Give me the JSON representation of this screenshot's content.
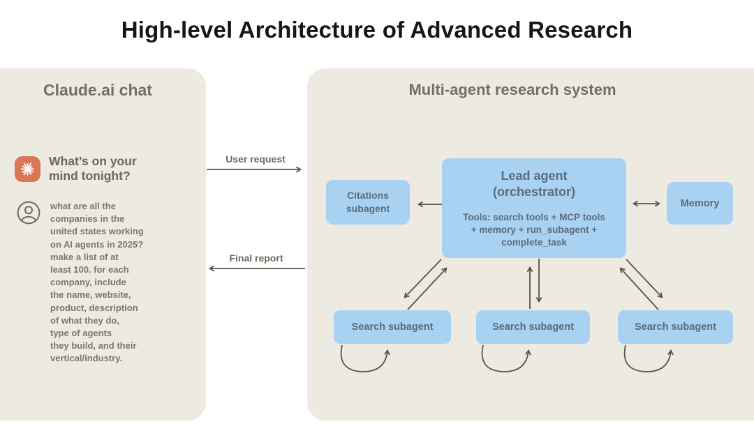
{
  "page": {
    "title": "High-level Architecture of Advanced Research"
  },
  "claude_chat": {
    "title": "Claude.ai chat",
    "prompt": "What’s on your\nmind tonight?",
    "query": "what are all the\ncompanies in the\nunited states working\non AI agents in 2025?\nmake a list of at\nleast 100. for each\ncompany, include\nthe name, website,\nproduct, description\nof what they do,\ntype of agents\nthey build, and their\nvertical/industry."
  },
  "flow": {
    "user_request": "User request",
    "final_report": "Final report"
  },
  "multi_agent": {
    "title": "Multi-agent research system",
    "citations_box": "Citations\nsubagent",
    "lead_agent_title": "Lead agent\n(orchestrator)",
    "lead_agent_tools": "Tools: search tools + MCP tools\n+ memory + run_subagent +\ncomplete_task",
    "memory_box": "Memory",
    "search_subagents": [
      "Search subagent",
      "Search subagent",
      "Search subagent"
    ]
  },
  "icons": {
    "claude_logo": "claude-starburst-icon",
    "user_avatar": "person-icon"
  },
  "colors": {
    "panel_bg": "#edeae2",
    "box_blue": "#a9d2f2",
    "box_text": "#5d6b7a",
    "claude_orange": "#d97757",
    "arrow": "#57534b",
    "heading": "#161616",
    "panel_heading": "#70706a",
    "body_text": "#7c766b"
  }
}
